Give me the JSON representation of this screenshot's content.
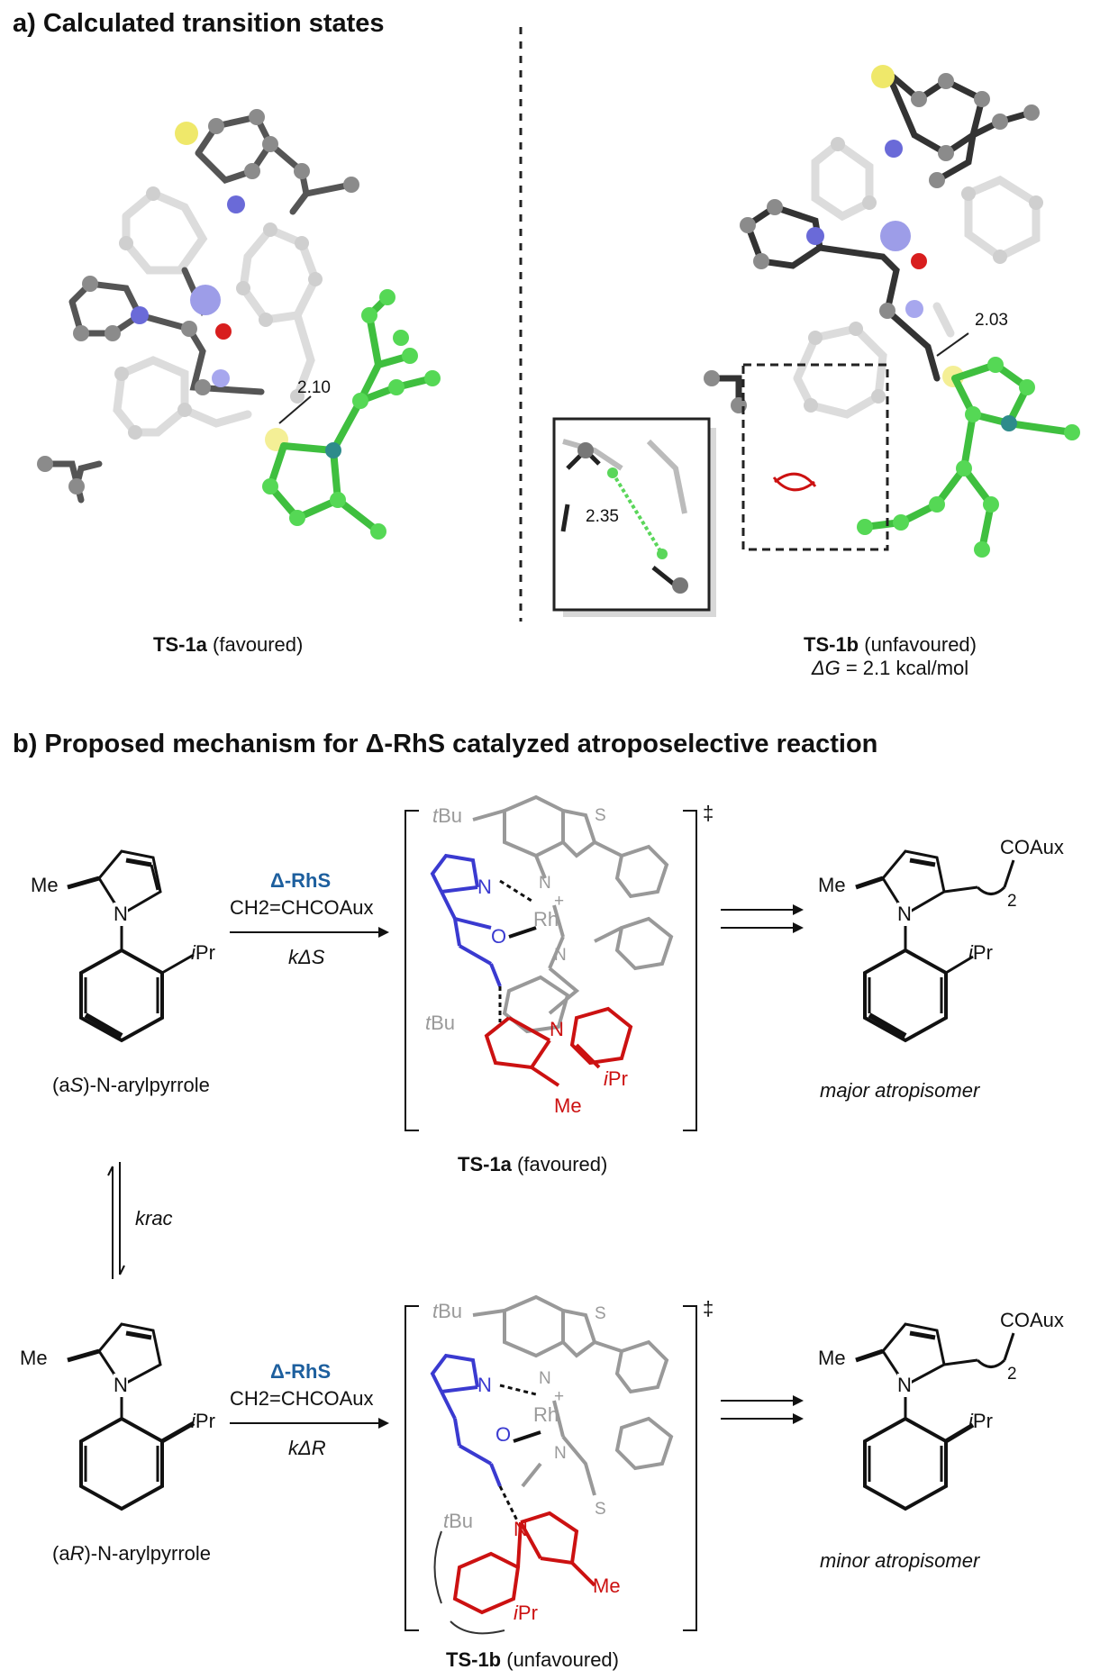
{
  "panel_a": {
    "title": "a) Calculated transition states",
    "ts1a": {
      "name": "TS-1a",
      "note": "(favoured)",
      "distance": "2.10"
    },
    "ts1b": {
      "name": "TS-1b",
      "note": "(unfavoured)",
      "distance": "2.03",
      "dg_label": "ΔG",
      "dg_value": "= 2.1 kcal/mol",
      "inset_distance": "2.35"
    }
  },
  "panel_b": {
    "title": "b) Proposed mechanism for Δ-RhS catalyzed atroposelective reaction",
    "top": {
      "reactant_caption_pre": "(a",
      "reactant_caption_ital": "S",
      "reactant_caption_post": ")-N-arylpyrrole",
      "catalyst": "Δ-RhS",
      "reagent": "CH2=CHCOAux",
      "rate": "kΔS",
      "ts_name": "TS-1a",
      "ts_note": "(favoured)",
      "product_caption": "major atropisomer"
    },
    "equilibrium": "krac",
    "bottom": {
      "reactant_caption_pre": "(a",
      "reactant_caption_ital": "R",
      "reactant_caption_post": ")-N-arylpyrrole",
      "catalyst": "Δ-RhS",
      "reagent": "CH2=CHCOAux",
      "rate": "kΔR",
      "ts_name": "TS-1b",
      "ts_note": "(unfavoured)",
      "product_caption": "minor atropisomer"
    },
    "atoms": {
      "me": "Me",
      "n": "N",
      "ipr_i": "i",
      "ipr": "Pr",
      "tbu_t": "t",
      "tbu": "Bu",
      "s": "S",
      "rh": "Rh",
      "o": "O",
      "plus": "+",
      "dagger": "‡",
      "coaux": "COAux",
      "sub2": "2"
    }
  }
}
